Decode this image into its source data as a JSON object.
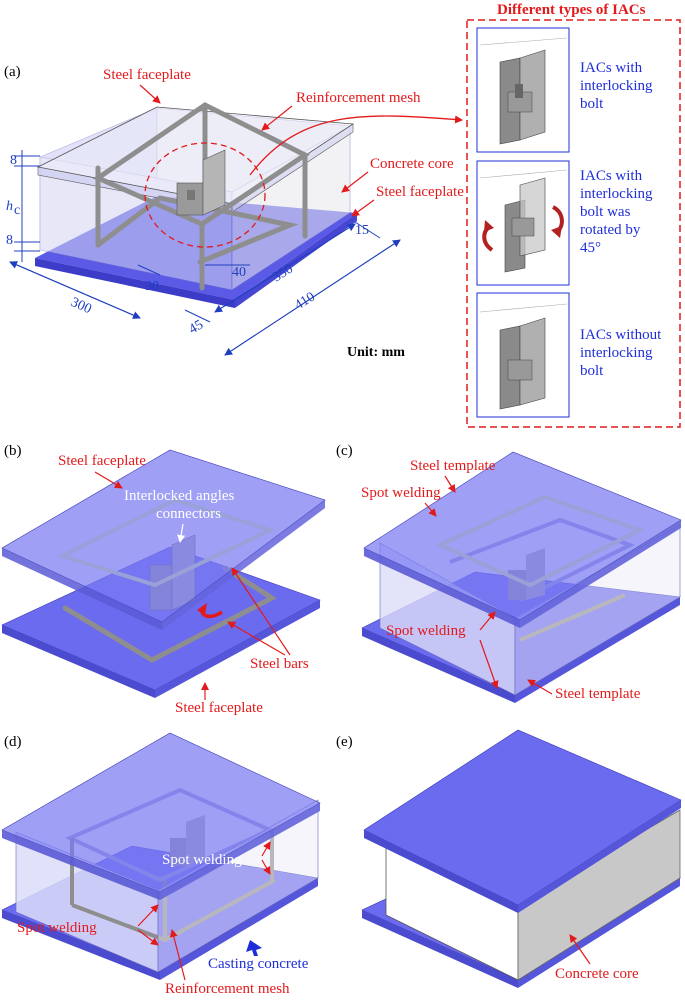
{
  "panels": {
    "a": {
      "label": "(a)",
      "labels": {
        "steel_faceplate_top": "Steel faceplate",
        "reinforcement_mesh": "Reinforcement mesh",
        "concrete_core": "Concrete core",
        "steel_faceplate_bottom": "Steel faceplate"
      },
      "dims": {
        "t_top": "8",
        "hc": "h",
        "hc_sub": "c",
        "t_bot": "8",
        "d15": "15",
        "d30": "30",
        "d40": "40",
        "d300": "300",
        "d350": "350",
        "d410": "410",
        "d45": "45"
      },
      "unit": "Unit: mm"
    },
    "iacs": {
      "title": "Different types of IACs",
      "types": [
        {
          "lines": [
            "IACs with",
            "interlocking",
            "bolt"
          ]
        },
        {
          "lines": [
            "IACs with",
            "interlocking",
            "bolt was",
            "rotated by",
            "45°"
          ]
        },
        {
          "lines": [
            "IACs without",
            "interlocking",
            "bolt"
          ]
        }
      ]
    },
    "b": {
      "label": "(b)",
      "steel_faceplate_top": "Steel faceplate",
      "iac_line1": "Interlocked angles",
      "iac_line2": "connectors",
      "steel_bars": "Steel bars",
      "steel_faceplate_bottom": "Steel faceplate"
    },
    "c": {
      "label": "(c)",
      "steel_template_top": "Steel template",
      "spot_welding_top": "Spot welding",
      "spot_welding_mid": "Spot welding",
      "steel_template_bottom": "Steel template"
    },
    "d": {
      "label": "(d)",
      "spot_welding_inner": "Spot welding",
      "spot_welding_left": "Spot welding",
      "casting_concrete": "Casting concrete",
      "reinforcement_mesh": "Reinforcement mesh"
    },
    "e": {
      "label": "(e)",
      "concrete_core": "Concrete core"
    }
  },
  "colors": {
    "plate_top": "#6b6bef",
    "plate_side": "#4f4fd8",
    "translucent": "#8c8cf5",
    "label_red": "#e31a1c",
    "dim_blue": "#1f3fbf",
    "text_blue": "#1f2fd8",
    "concrete": "#c8c8c8"
  }
}
